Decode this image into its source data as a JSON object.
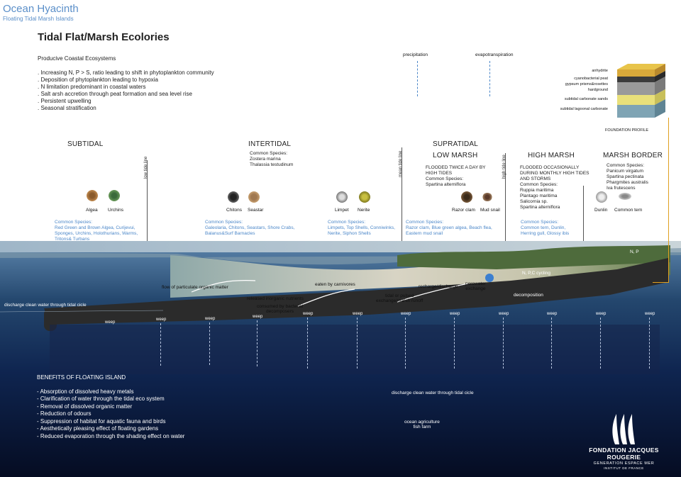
{
  "brand": {
    "title": "Ocean Hyacinth",
    "subtitle": "Floating Tidal Marsh Islands"
  },
  "title": "Tidal Flat/Marsh Ecolories",
  "intro": {
    "heading": "Producive Coastal Ecosystems",
    "items": [
      ". Increasing N, P > S, ratio leading to shift in phytoplankton community",
      ". Deposition of phytoplankton leading to hypoxia",
      ". N limitation predominant in coastal waters",
      ". Salt arsh accretion through peat formation and sea level rise",
      ". Persistent upwelling",
      ". Seasonal stratification"
    ]
  },
  "atmosphere": {
    "precipitation": "precipitation",
    "evapotranspiration": "evapotranspiration"
  },
  "profile": {
    "caption": "FOUNDATION PROFILE",
    "layers": [
      "anhydrite",
      "cyanobacterial peat",
      "gypsum prisms&rosettes",
      "hardground",
      "subtidal carbonate sands",
      "subtidal lagoonal carbonate"
    ]
  },
  "lines": {
    "low_tide": "low tide line",
    "mean_tide": "mean tide line",
    "high_tide": "high tide line"
  },
  "zones": {
    "subtidal": {
      "title": "SUBTIDAL",
      "species": [
        "Algea",
        "Urchins"
      ],
      "common": "Common Species:\nRed Green and Brown Algea, Curijevui,\nSponges, Urchins, Holothurians, Warms,\nTritons& Turbans"
    },
    "intertidal": {
      "title": "INTERTIDAL",
      "desc": "Common Species:\nZostera marina\nThalassia testudinum",
      "species": [
        "Chitons",
        "Seastar",
        "Limpet",
        "Nerite"
      ],
      "common_a": "Common Species:\nGaleolaria, Chitons, Seastars, Shore Crabs,\nBalanus&Surf Barnacles",
      "common_b": "Common Species:\nLimpets, Top Shells, Conniwinks,\nNerite, Siphon Shells"
    },
    "supratidal": {
      "title": "SUPRATIDAL"
    },
    "low_marsh": {
      "title": "LOW MARSH",
      "desc": "FLOODED TWICE A DAY BY\nHIGH TIDES\nCommon Species:\nSpartina alterniflora",
      "species": [
        "Razor clam",
        "Mud snail"
      ],
      "common": "Common Species:\nRazor clam, Blue green algea, Beach flea,\nEastern mud snail"
    },
    "high_marsh": {
      "title": "HIGH MARSH",
      "desc": "FLOODED OCCASIONALLY\nDURING MONTHLY HIGH TIDES\nAND STORMS\nCommon Species:\nRuppia maritima\nPlantago maritima\nSalicornia sp.\nSpartina alterniflora",
      "common": "Common Species:\nCommon tern, Dunlin,\nHerring gull, Glossy ibis"
    },
    "marsh_border": {
      "title": "MARSH BORDER",
      "desc": "Common Species:\nPanicum virgatum\nSpartina pectinata\nPhargmites australis\nIva frutescens",
      "species": [
        "Dunlin",
        "Common tern"
      ]
    }
  },
  "processes": {
    "flow": "flow of particulate organic matter",
    "nutrients": "released inorganic nutrients",
    "consumed": "consumed by bacterial\ndecomposers",
    "eaten": "eaten by carnivores",
    "tidal": "tidal or pulsed\nexchange/marsh runoff",
    "recharge": "recharge/discharge",
    "porewater": "porewater\nexchange",
    "cycling": "N, P,C cycling",
    "decomposition": "decomposition",
    "np": "N, P",
    "discharge_left": "discharge clean water through tidal cicle",
    "discharge_center": "discharge clean water through tidal cicle",
    "agriculture": "ocean agriculture\nfish farm"
  },
  "weep_label": "weep",
  "benefits": {
    "heading": "BENEFITS OF FLOATING ISLAND",
    "items": [
      "- Absorption of dissolved heavy metals",
      "- Clarification of water through the tidal eco system",
      "- Removal of dissolved organic matter",
      "- Reduction of odours",
      "- Suppression of habitat for aquatic fauna and birds",
      "- Aesthetically pleasing effect of floating gardens",
      "- Reduced evaporation through the shading effect on water"
    ]
  },
  "logo": {
    "name": "FONDATION JACQUES ROUGERIE",
    "tag": "GENERATION ESPACE MER",
    "inst": "INSTITUT DE FRANCE"
  },
  "colors": {
    "accent_blue": "#4a86c8",
    "sea_dark": "#0a1530",
    "island": "#2c2c2c",
    "profile_line": "#e0a020"
  }
}
